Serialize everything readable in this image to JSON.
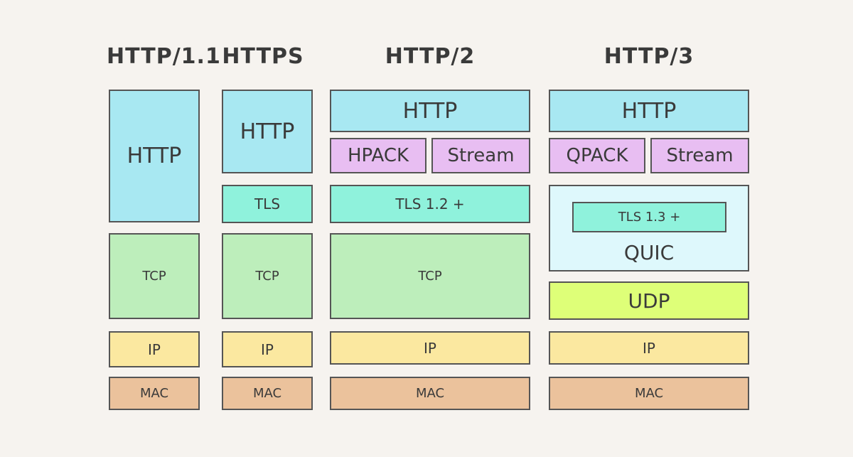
{
  "columns": {
    "http11": {
      "title": "HTTP/1.1",
      "http": "HTTP",
      "tcp": "TCP",
      "ip": "IP",
      "mac": "MAC"
    },
    "https": {
      "title": "HTTPS",
      "http": "HTTP",
      "tls": "TLS",
      "tcp": "TCP",
      "ip": "IP",
      "mac": "MAC"
    },
    "http2": {
      "title": "HTTP/2",
      "http": "HTTP",
      "hpack": "HPACK",
      "stream": "Stream",
      "tls": "TLS 1.2 +",
      "tcp": "TCP",
      "ip": "IP",
      "mac": "MAC"
    },
    "http3": {
      "title": "HTTP/3",
      "http": "HTTP",
      "qpack": "QPACK",
      "stream": "Stream",
      "tls": "TLS 1.3 +",
      "quic": "QUIC",
      "udp": "UDP",
      "ip": "IP",
      "mac": "MAC"
    }
  },
  "colors": {
    "http": "#a8e8f2",
    "tls": "#8ff2dc",
    "tcp": "#bdeebb",
    "ip": "#fbe8a0",
    "mac": "#ebc29c",
    "pack": "#e8bef2",
    "quic": "#def8fc",
    "udp": "#deff78",
    "background": "#f6f3ef"
  }
}
